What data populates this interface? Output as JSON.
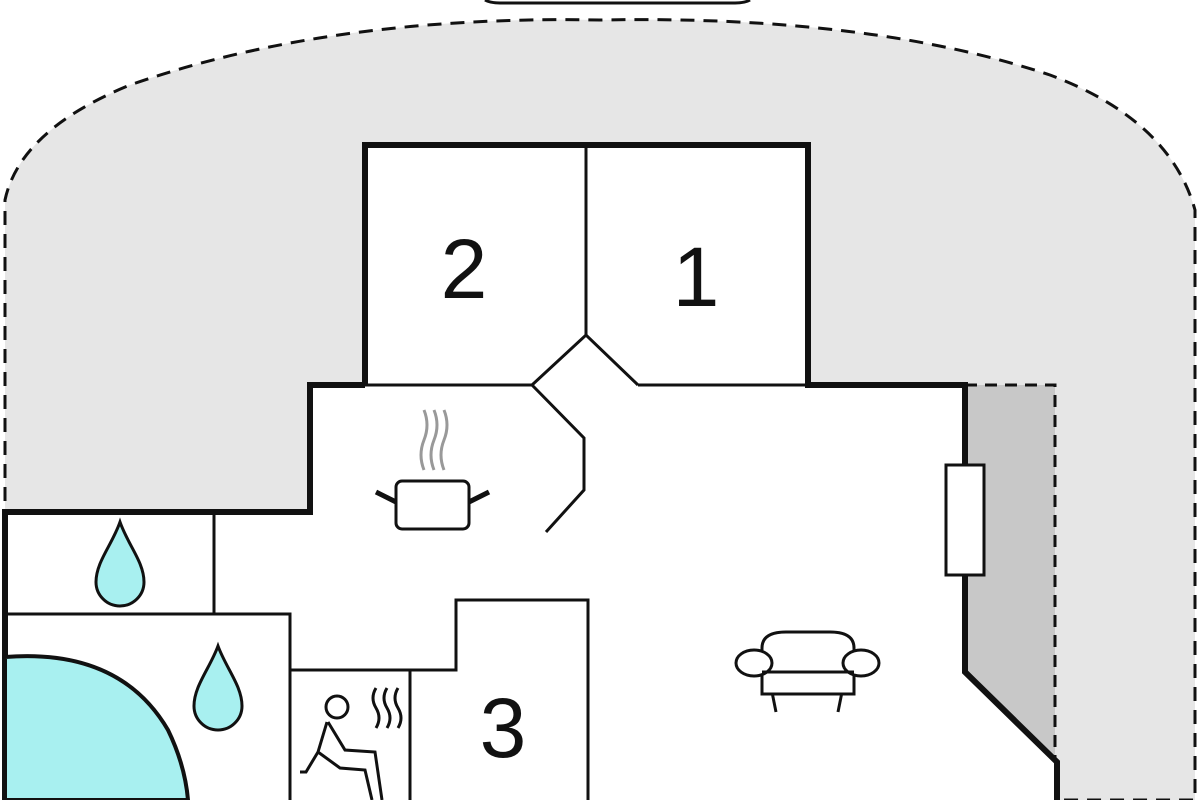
{
  "rooms": [
    {
      "id": "room-1",
      "label": "1"
    },
    {
      "id": "room-2",
      "label": "2"
    },
    {
      "id": "room-3",
      "label": "3"
    }
  ],
  "icons": [
    "kitchen-pot-icon",
    "sofa-icon",
    "sauna-icon",
    "water-drop-icon",
    "water-drop-icon",
    "radiator-icon",
    "pool-icon"
  ],
  "colors": {
    "outdoor_area": "#e6e6e6",
    "covered_area": "#c8c8c8",
    "water": "#a8f0f0",
    "wall": "#111111",
    "steam": "#999999"
  }
}
